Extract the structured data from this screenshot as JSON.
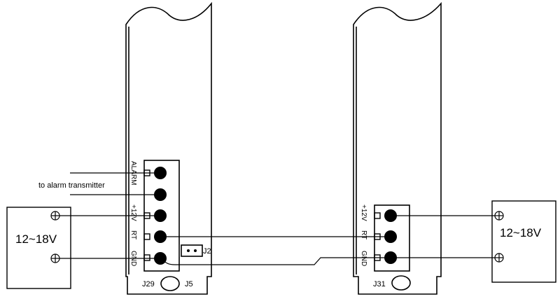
{
  "left_board": {
    "terminal_labels": [
      "ALARM",
      "",
      "+12V",
      "RT",
      "GND"
    ],
    "connector_label": "J29",
    "jumper_label": "J2",
    "hole_label": "J5"
  },
  "right_board": {
    "terminal_labels": [
      "+12V",
      "RT",
      "GND"
    ],
    "connector_label": "J31"
  },
  "alarm_note": "to alarm transmitter",
  "left_supply": {
    "voltage_label": "12~18V"
  },
  "right_supply": {
    "voltage_label": "12~18V"
  }
}
